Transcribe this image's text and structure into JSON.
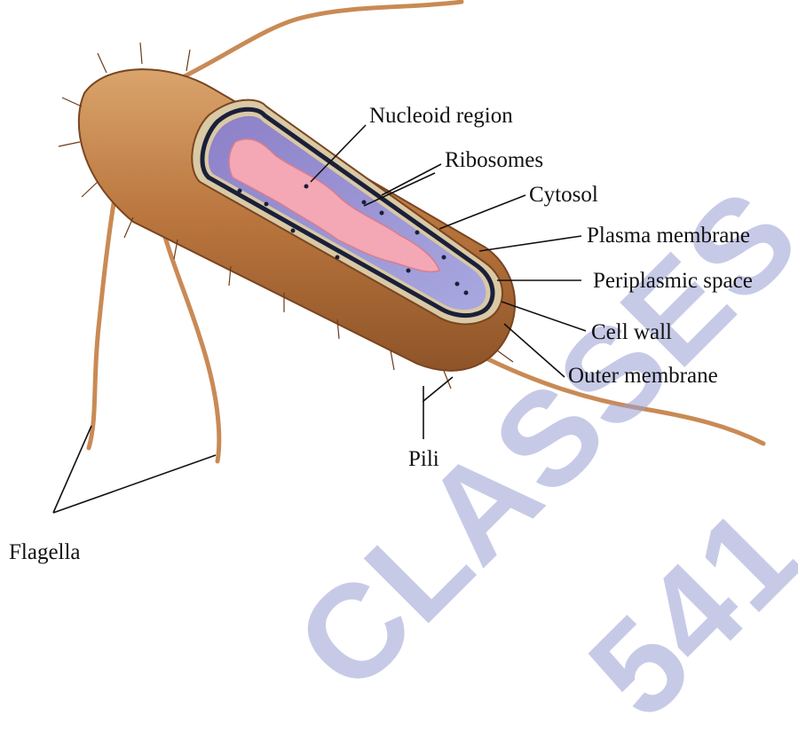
{
  "labels": {
    "nucleoid": "Nucleoid region",
    "ribosomes": "Ribosomes",
    "cytosol": "Cytosol",
    "plasma_membrane": "Plasma membrane",
    "periplasmic_space": "Periplasmic space",
    "cell_wall": "Cell wall",
    "outer_membrane": "Outer membrane",
    "pili": "Pili",
    "flagella": "Flagella"
  },
  "watermark": {
    "line1": "CLASSES",
    "line2": "541"
  },
  "colors": {
    "cell_body": "#b9753d",
    "cell_body_light": "#d6a06a",
    "flagella": "#c98a55",
    "cytosol": "#8f8fcf",
    "nucleoid": "#f4a7b4",
    "plasma_membrane": "#1a1f3a",
    "cell_wall": "#d9c9a4",
    "watermark": "#9aa0d4"
  }
}
